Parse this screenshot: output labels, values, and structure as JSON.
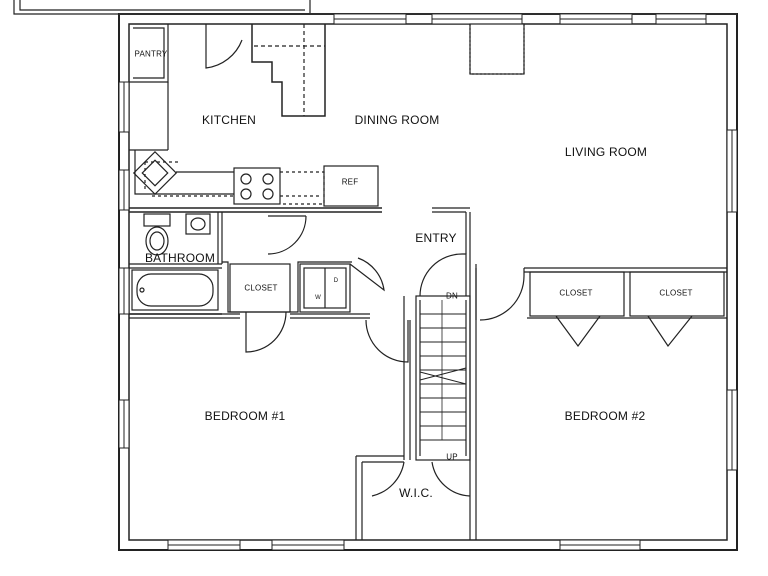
{
  "rooms": {
    "pantry": "PANTRY",
    "kitchen": "KITCHEN",
    "dining_room": "DINING ROOM",
    "living_room": "LIVING ROOM",
    "entry": "ENTRY",
    "bathroom": "BATHROOM",
    "closet_hall": "CLOSET",
    "closet_bed2_left": "CLOSET",
    "closet_bed2_right": "CLOSET",
    "bedroom_1": "BEDROOM #1",
    "bedroom_2": "BEDROOM #2",
    "wic": "W.I.C."
  },
  "fixtures": {
    "ref": "REF",
    "stair_down": "DN",
    "stair_up": "UP",
    "washer": "W",
    "dryer": "D"
  }
}
